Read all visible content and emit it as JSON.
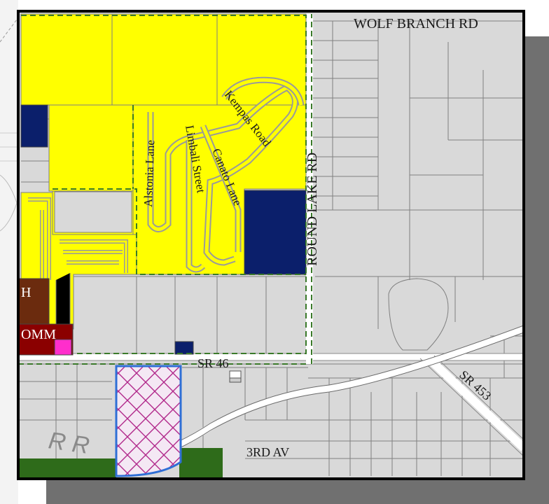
{
  "colors": {
    "parcel": "#d9d9d9",
    "parcel_line": "#7f7f7f",
    "residential_yellow": "#ffff00",
    "navy": "#0b1f6b",
    "brown": "#6b2b0e",
    "commercial_red": "#8b0000",
    "magenta": "#ff2ecc",
    "green": "#2e6b1a",
    "dashed_boundary": "#3a7a2a",
    "subject_outline": "#2f6fd6",
    "hatch": "#b0288a",
    "frame": "#000000",
    "shadow": "#707070"
  },
  "roads": {
    "wolf_branch": "WOLF BRANCH RD",
    "round_lake": "ROUND LAKE RD",
    "sr46": "SR 46",
    "sr453": "SR 453",
    "third_av": "3RD AV",
    "rr": "R R"
  },
  "streets": {
    "alstonia": "Alstonia Lane",
    "limbali": "Limbali Street",
    "kempas": "Kempas Road",
    "canato": "Canato Lane"
  },
  "zone_labels": {
    "h": "H",
    "omm": "OMM"
  },
  "icons": {
    "map": "future-land-use-map"
  }
}
